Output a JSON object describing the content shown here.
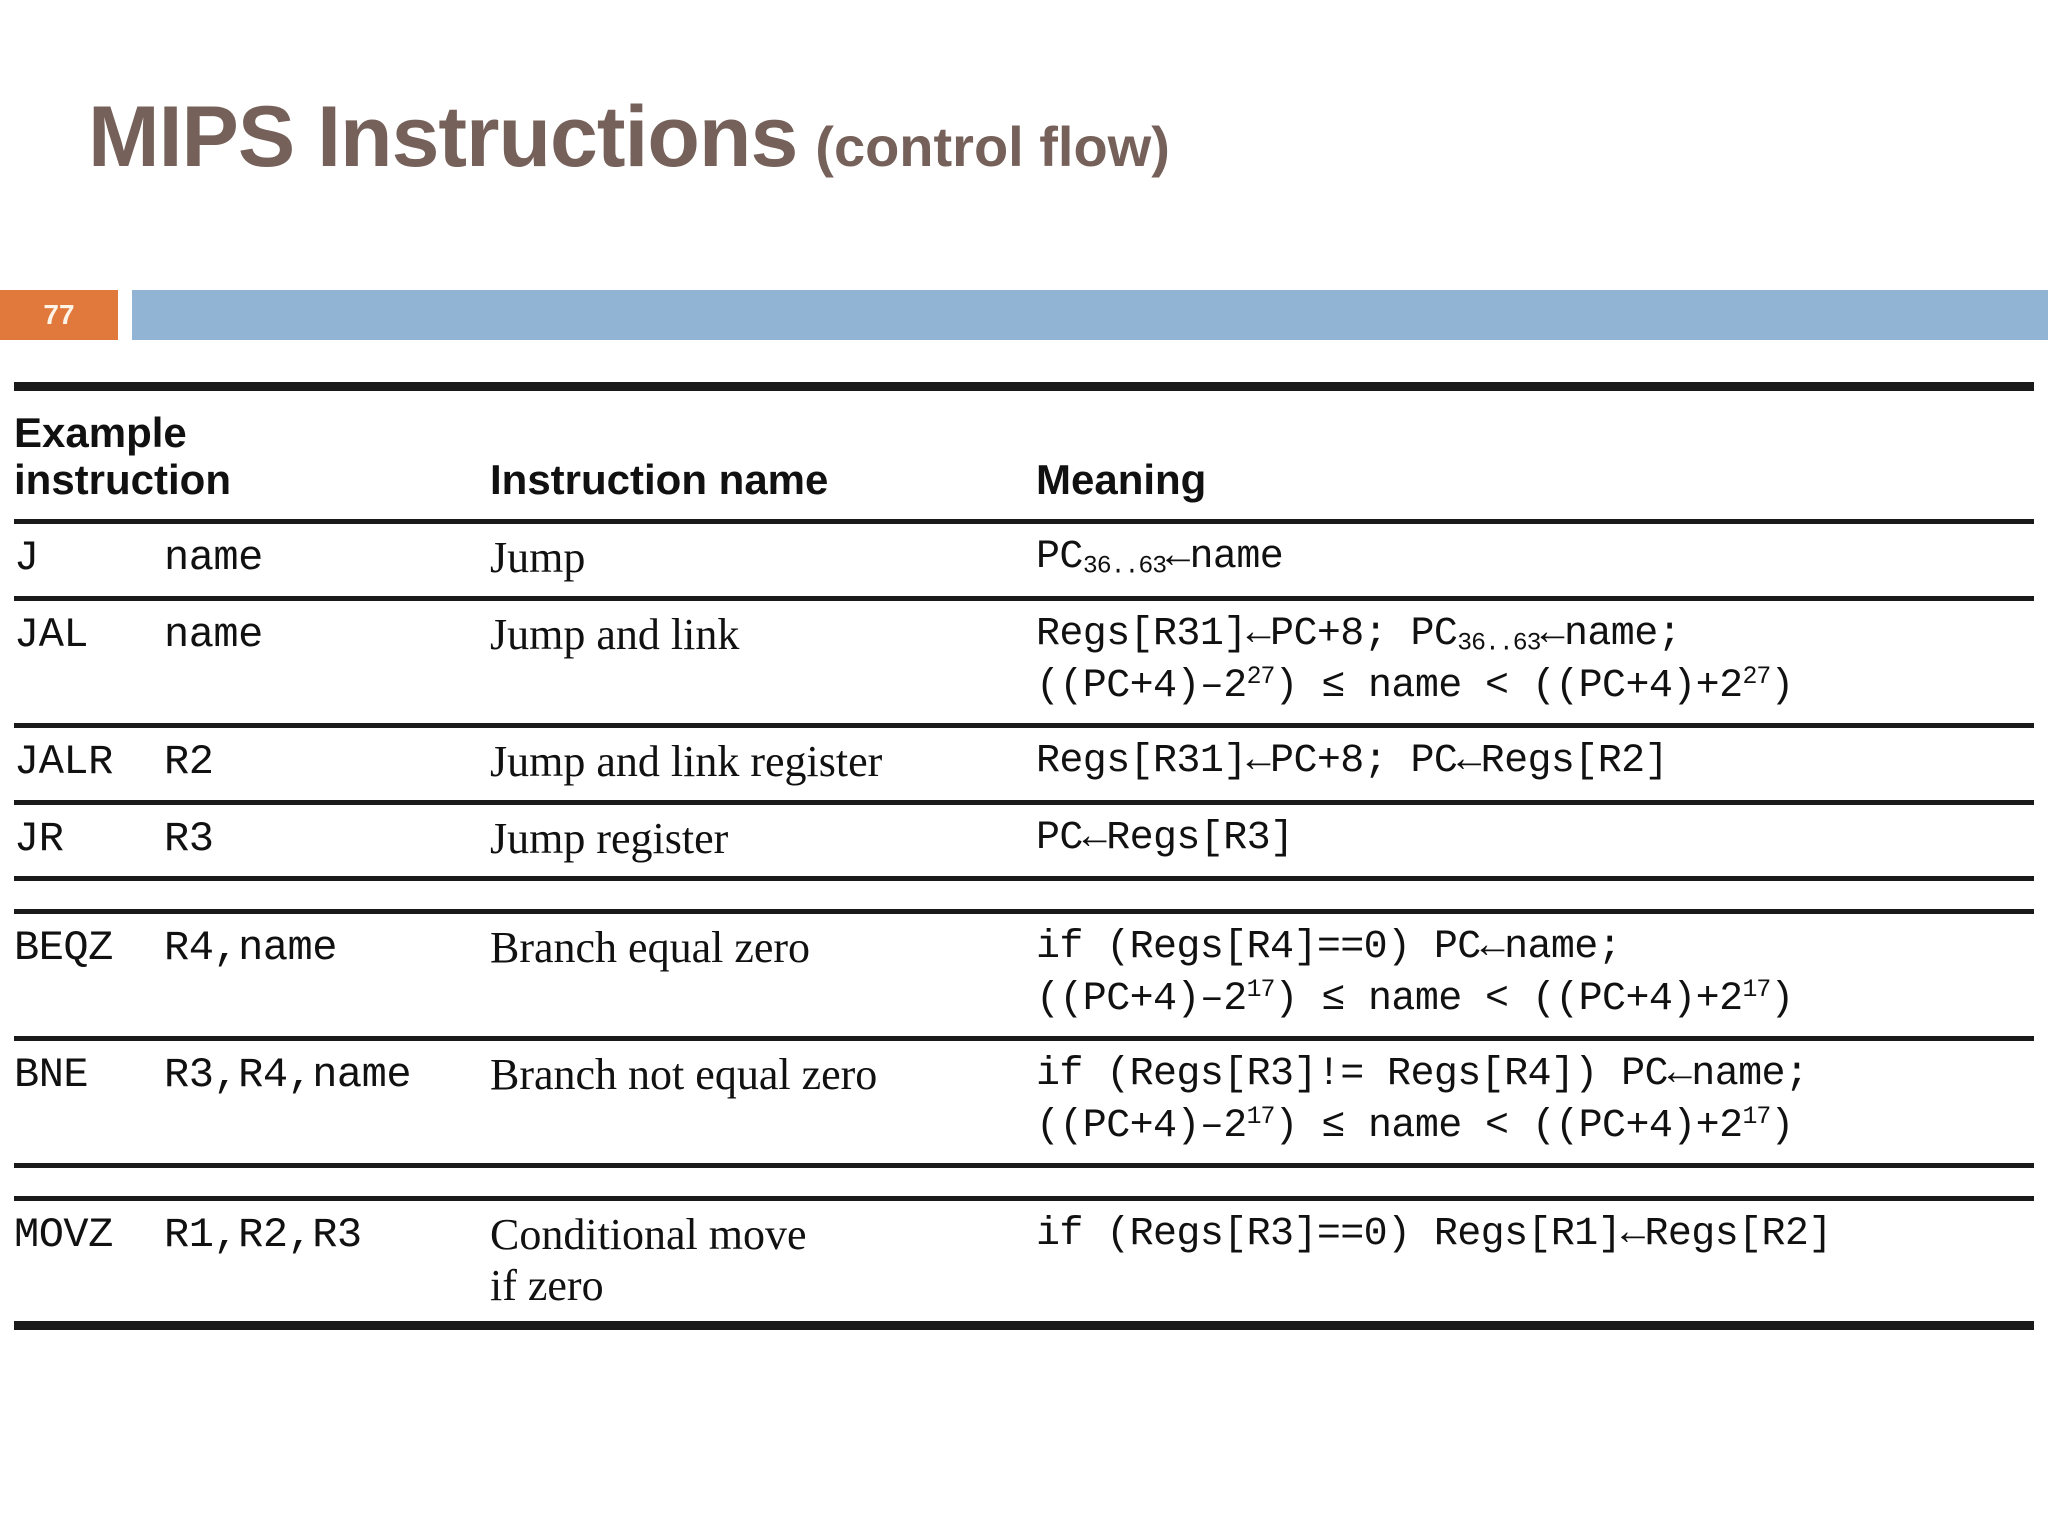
{
  "slide": {
    "title_main": "MIPS Instructions",
    "title_sub": "(control flow)",
    "number": "77",
    "accent_orange": "#e1793d",
    "accent_blue": "#92b4d4",
    "title_color": "#75615a"
  },
  "table": {
    "headers": {
      "example_line1": "Example",
      "example_line2": "instruction",
      "instruction_name": "Instruction name",
      "meaning": "Meaning"
    },
    "groups": [
      {
        "rows": [
          {
            "mnemonic": "J",
            "operands": "name",
            "name_line1": "Jump",
            "name_line2": "",
            "meaning_lines": [
              [
                {
                  "t": "text",
                  "v": "PC"
                },
                {
                  "t": "sub",
                  "v": "36..63"
                },
                {
                  "t": "text",
                  "v": "←name"
                }
              ]
            ]
          },
          {
            "mnemonic": "JAL",
            "operands": "name",
            "name_line1": "Jump and link",
            "name_line2": "",
            "meaning_lines": [
              [
                {
                  "t": "text",
                  "v": "Regs[R31]←PC+8; PC"
                },
                {
                  "t": "sub",
                  "v": "36..63"
                },
                {
                  "t": "text",
                  "v": "←name;"
                }
              ],
              [
                {
                  "t": "text",
                  "v": "((PC+4)–2"
                },
                {
                  "t": "sup",
                  "v": "27"
                },
                {
                  "t": "text",
                  "v": ") ≤ name < ((PC+4)+2"
                },
                {
                  "t": "sup",
                  "v": "27"
                },
                {
                  "t": "text",
                  "v": ")"
                }
              ]
            ]
          },
          {
            "mnemonic": "JALR",
            "operands": "R2",
            "name_line1": "Jump and link register",
            "name_line2": "",
            "meaning_lines": [
              [
                {
                  "t": "text",
                  "v": "Regs[R31]←PC+8; PC←Regs[R2]"
                }
              ]
            ]
          },
          {
            "mnemonic": "JR",
            "operands": "R3",
            "name_line1": "Jump register",
            "name_line2": "",
            "meaning_lines": [
              [
                {
                  "t": "text",
                  "v": "PC←Regs[R3]"
                }
              ]
            ]
          }
        ]
      },
      {
        "rows": [
          {
            "mnemonic": "BEQZ",
            "operands": "R4,name",
            "name_line1": "Branch equal zero",
            "name_line2": "",
            "meaning_lines": [
              [
                {
                  "t": "text",
                  "v": "if (Regs[R4]==0) PC←name;"
                }
              ],
              [
                {
                  "t": "text",
                  "v": "((PC+4)–2"
                },
                {
                  "t": "sup",
                  "v": "17"
                },
                {
                  "t": "text",
                  "v": ") ≤ name < ((PC+4)+2"
                },
                {
                  "t": "sup",
                  "v": "17"
                },
                {
                  "t": "text",
                  "v": ")"
                }
              ]
            ]
          },
          {
            "mnemonic": "BNE",
            "operands": "R3,R4,name",
            "name_line1": "Branch not equal zero",
            "name_line2": "",
            "meaning_lines": [
              [
                {
                  "t": "text",
                  "v": "if (Regs[R3]!= Regs[R4]) PC←name;"
                }
              ],
              [
                {
                  "t": "text",
                  "v": "((PC+4)–2"
                },
                {
                  "t": "sup",
                  "v": "17"
                },
                {
                  "t": "text",
                  "v": ") ≤ name < ((PC+4)+2"
                },
                {
                  "t": "sup",
                  "v": "17"
                },
                {
                  "t": "text",
                  "v": ")"
                }
              ]
            ]
          }
        ]
      },
      {
        "rows": [
          {
            "mnemonic": "MOVZ",
            "operands": "R1,R2,R3",
            "name_line1": "Conditional move",
            "name_line2": "if zero",
            "meaning_lines": [
              [
                {
                  "t": "text",
                  "v": "if (Regs[R3]==0) Regs[R1]←Regs[R2]"
                }
              ]
            ]
          }
        ]
      }
    ]
  }
}
